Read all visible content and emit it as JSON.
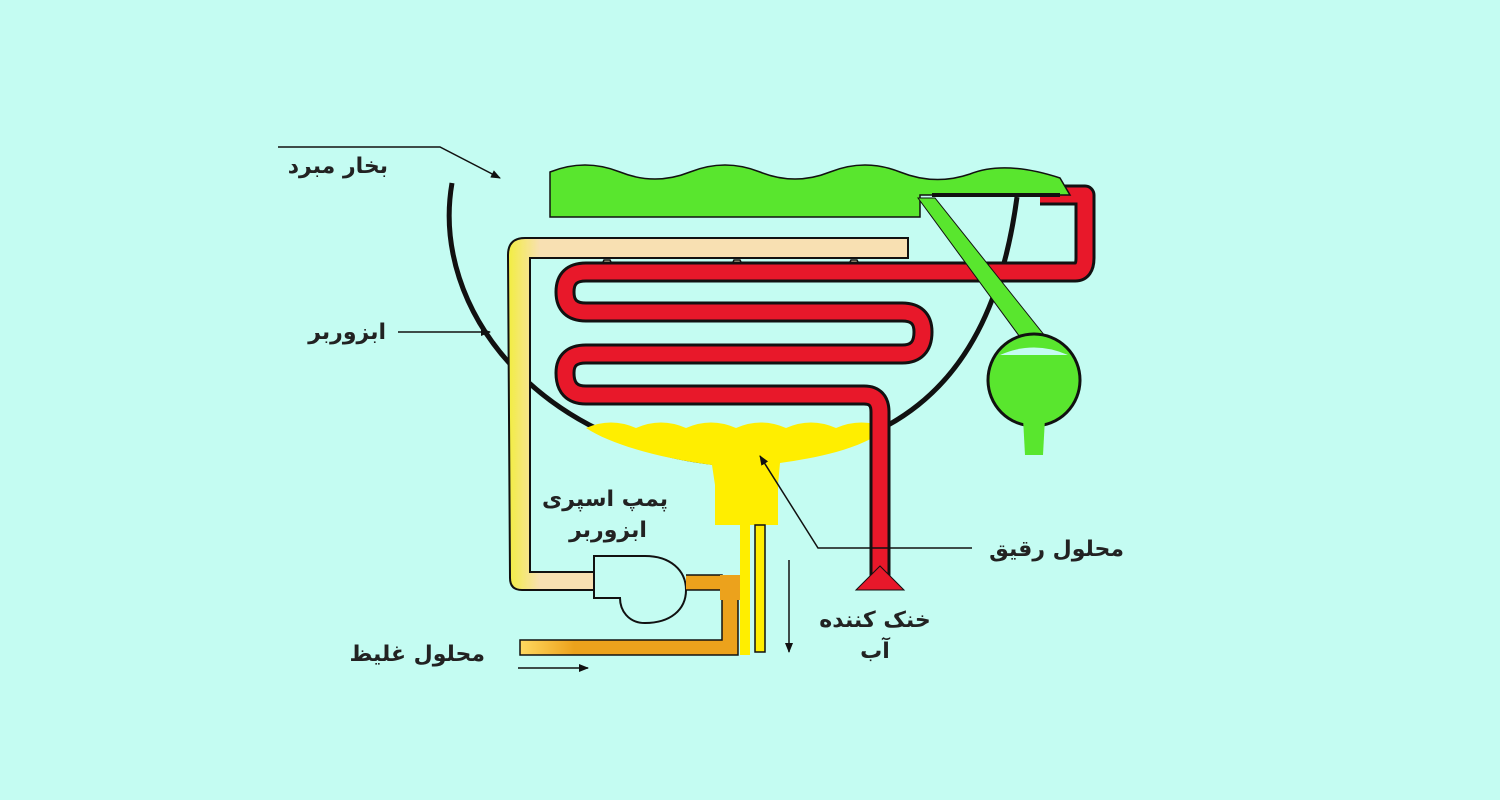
{
  "labels": {
    "refrigerant_vapor": "بخار مبرد",
    "absorber": "ابزوربر",
    "absorber_spray_pump_line1": "پمپ اسپری",
    "absorber_spray_pump_line2": "ابزوربر",
    "dilute_solution": "محلول رقیق",
    "cooling_water_line1": "خنک کننده",
    "cooling_water_line2": "آب",
    "strong_solution": "محلول غلیظ"
  },
  "colors": {
    "background": "#c4fcf2",
    "refrigerant": "#59e62e",
    "dilute_solution": "#ffee00",
    "cooling_water": "#e8182a",
    "spray_line": "#f8e0b2",
    "strong_solution": "#eca21c",
    "outline": "#111111"
  }
}
